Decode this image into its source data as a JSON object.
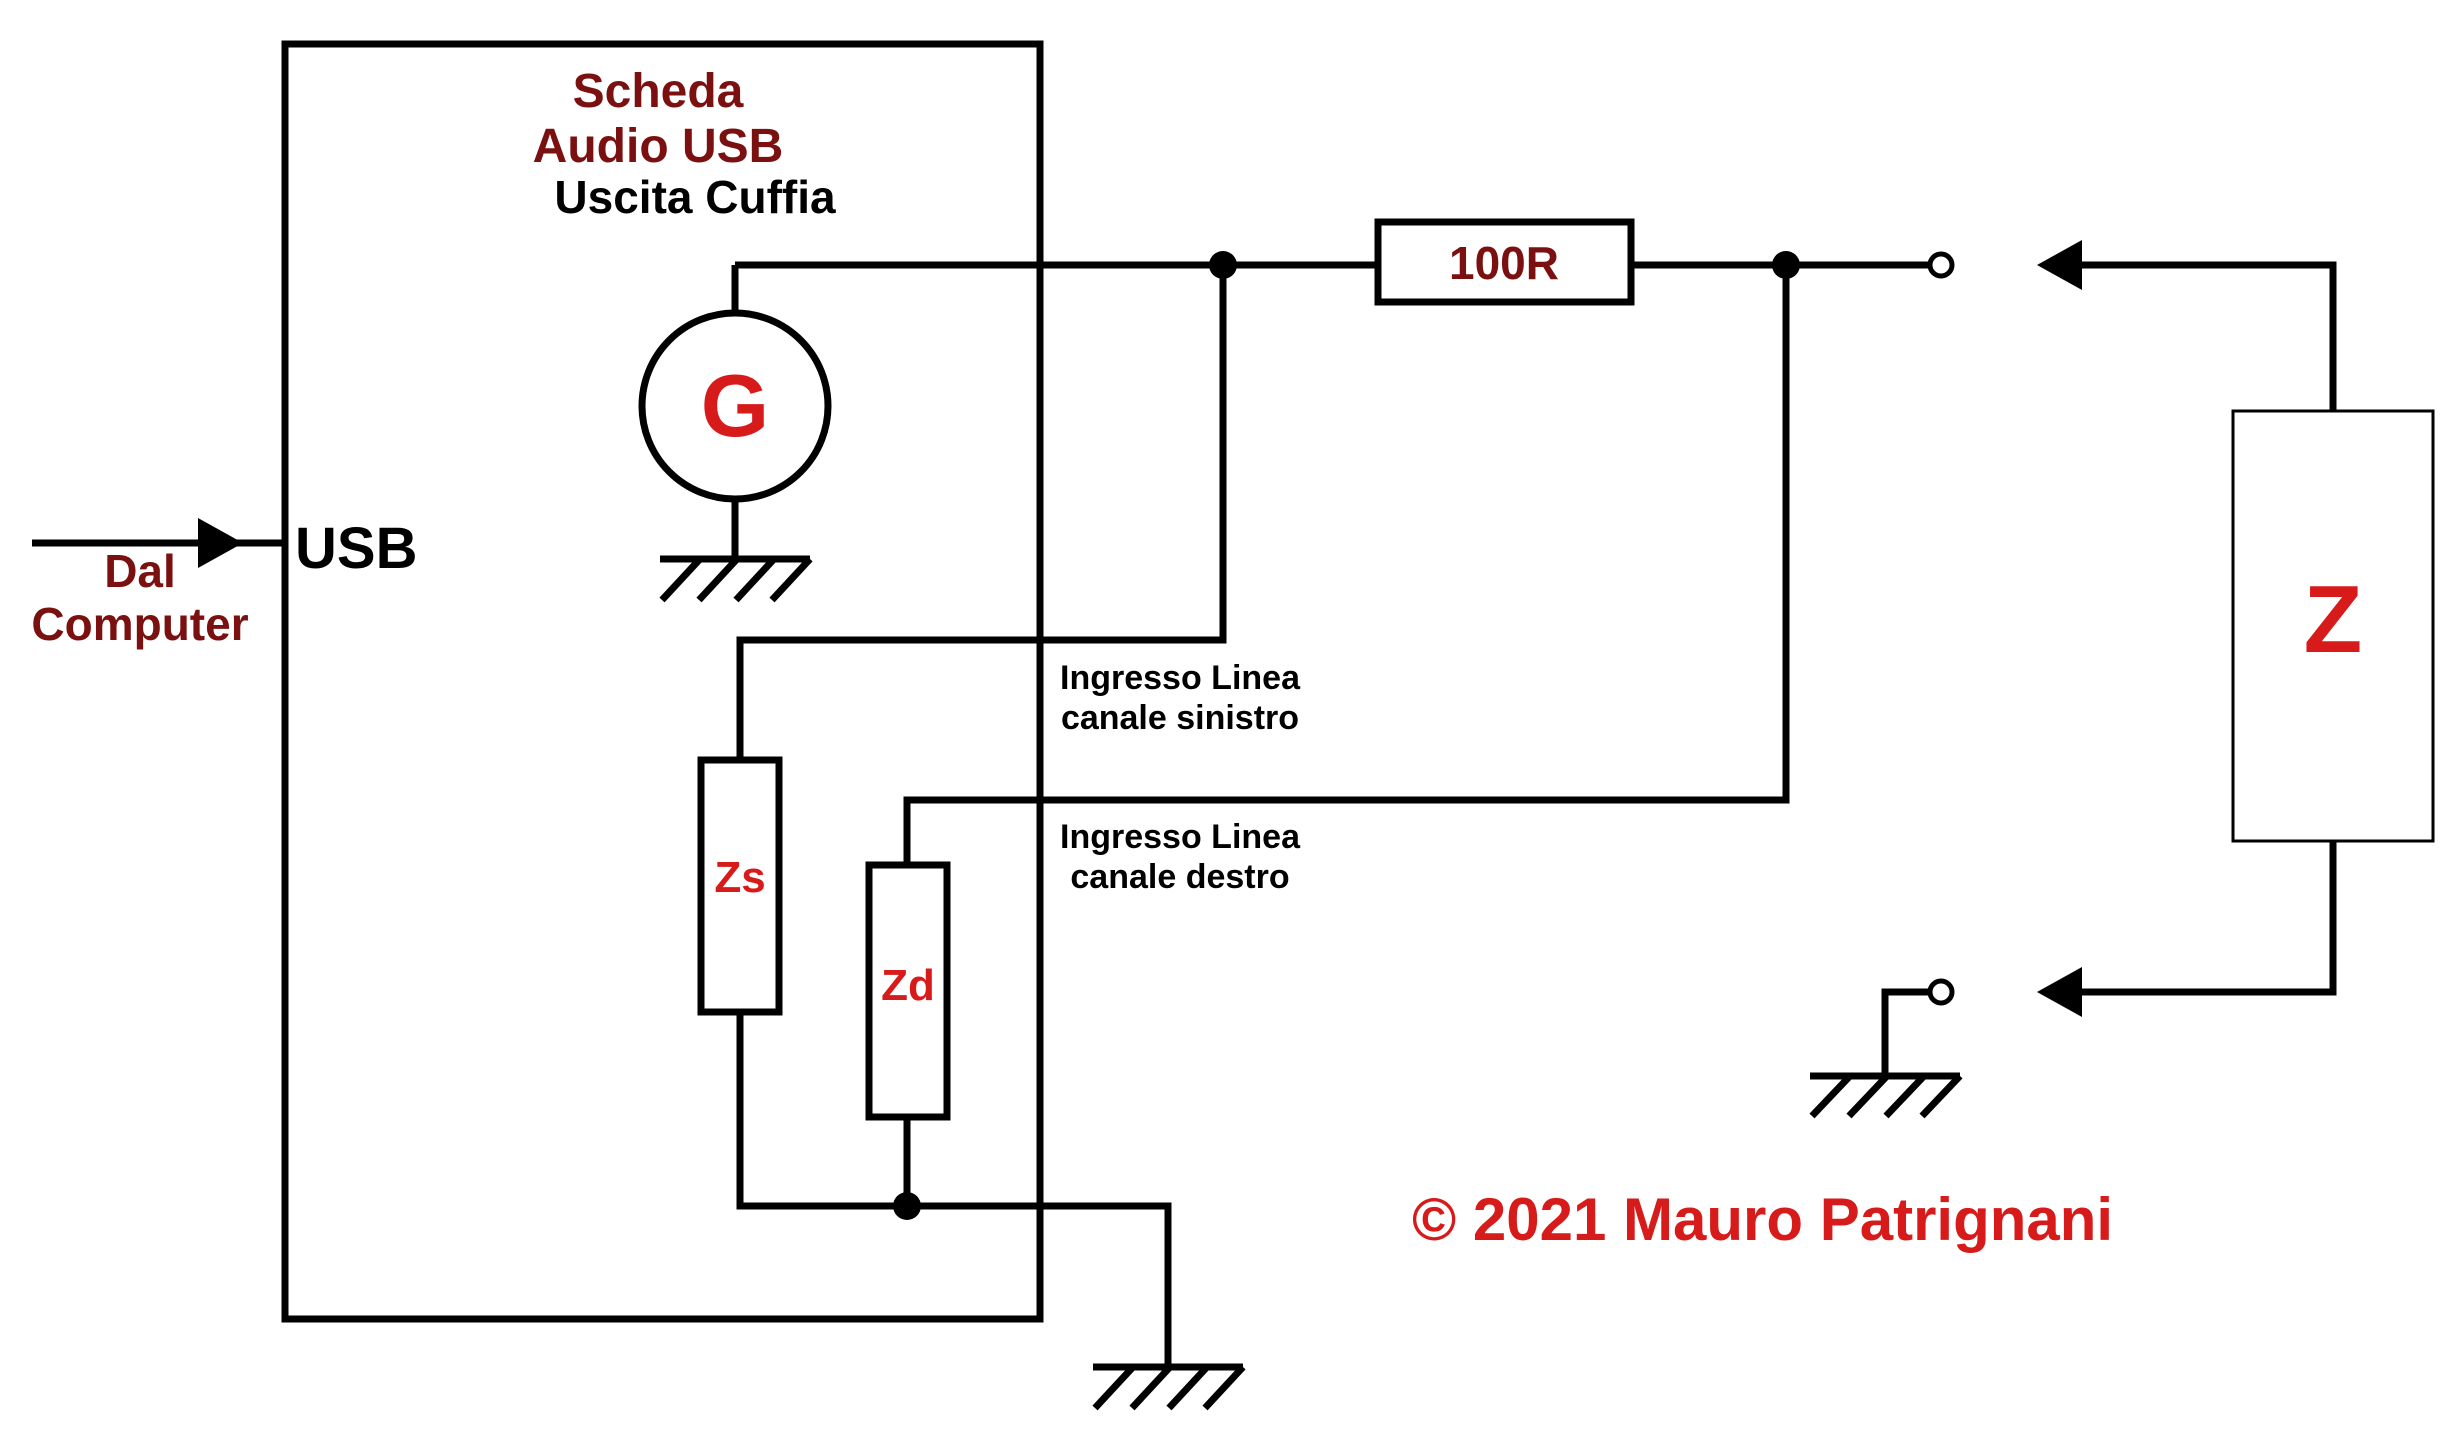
{
  "card": {
    "title_line1": "Scheda",
    "title_line2": "Audio USB",
    "output_label": "Uscita Cuffia",
    "usb_label": "USB"
  },
  "source": {
    "line1": "Dal",
    "line2": "Computer"
  },
  "generator": {
    "symbol": "G"
  },
  "resistor": {
    "label": "100R"
  },
  "inputs": {
    "left_line1": "Ingresso Linea",
    "left_line2": "canale sinistro",
    "right_line1": "Ingresso Linea",
    "right_line2": "canale destro",
    "zs_label": "Zs",
    "zd_label": "Zd"
  },
  "load": {
    "symbol": "Z"
  },
  "copyright": "© 2021 Mauro Patrignani",
  "colors": {
    "maroon_text": "#7a1010",
    "red_text": "#d71a1a",
    "wire": "#000000"
  }
}
